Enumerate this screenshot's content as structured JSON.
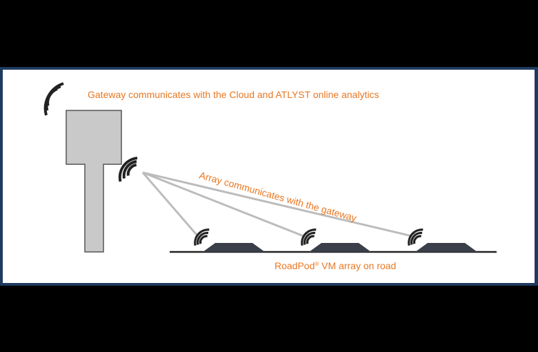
{
  "labels": {
    "gateway": "Gateway communicates with the Cloud and ATLYST online analytics",
    "array": "Array communicates with the gateway",
    "road_prefix": "RoadPod",
    "road_reg": "®",
    "road_suffix": " VM array on road"
  },
  "colors": {
    "background": "#000000",
    "frame": "#1e3a5f",
    "panel": "#ffffff",
    "accent": "#e87722",
    "gateway_fill": "#c9c9c9",
    "gateway_stroke": "#555555",
    "link_line": "#bcbcbc",
    "pod_fill": "#3a3f4a",
    "road_line": "#222222",
    "signal": "#222222"
  },
  "icons": [
    "signal-waves-icon",
    "gateway-device-icon",
    "roadpod-sensor-icon"
  ]
}
